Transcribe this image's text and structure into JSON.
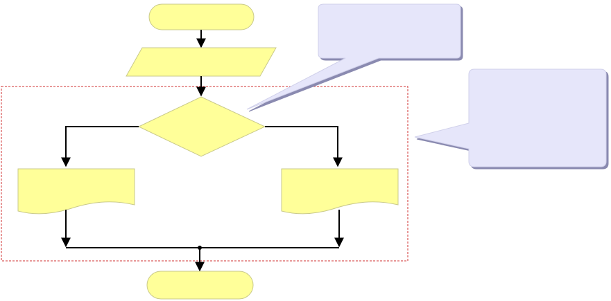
{
  "diagram": {
    "title": "",
    "colors": {
      "shape_fill": "#ffff99",
      "shape_stroke": "#c9c98a",
      "callout_fill": "#e6e6fa",
      "callout_shadow": "#8a8ab0",
      "line": "#000000",
      "frame": "#d03030"
    },
    "nodes": {
      "start": {
        "shape": "terminal",
        "text": ""
      },
      "input": {
        "shape": "parallelogram",
        "text": ""
      },
      "condition": {
        "shape": "diamond",
        "text": ""
      },
      "branch_left": {
        "shape": "document",
        "text": ""
      },
      "branch_right": {
        "shape": "document",
        "text": ""
      },
      "end": {
        "shape": "terminal",
        "text": ""
      }
    },
    "callouts": [
      {
        "text": "",
        "points_to": "condition"
      },
      {
        "text": "",
        "points_to": "frame"
      }
    ],
    "frame": {
      "style": "dashed",
      "encloses": [
        "condition",
        "branch_left",
        "branch_right",
        "merge"
      ]
    }
  }
}
